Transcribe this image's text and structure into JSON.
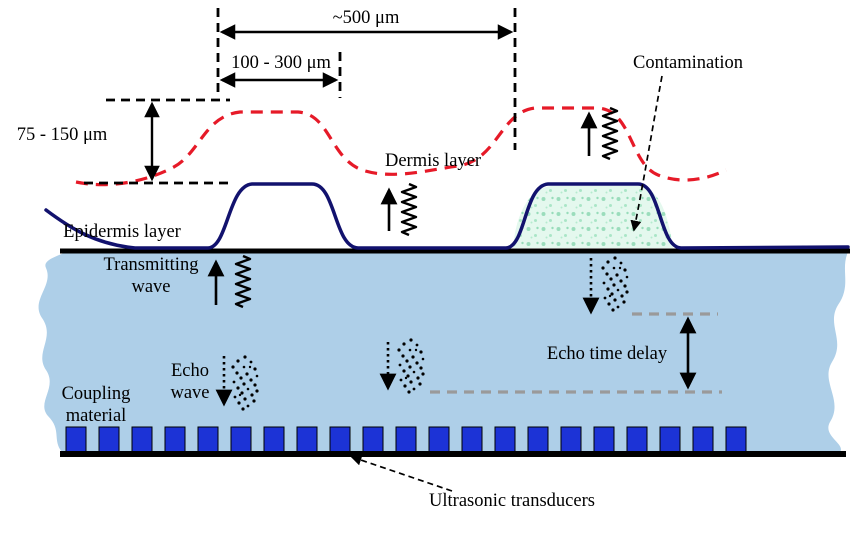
{
  "figure": {
    "dimensions": {
      "spacing": "~500 μm",
      "ridge_width": "100 - 300 μm",
      "ridge_height": "75 - 150 μm"
    },
    "labels": {
      "contamination": "Contamination",
      "dermis_layer": "Dermis layer",
      "epidermis_layer": "Epidermis layer",
      "transmitting_wave_line1": "Transmitting",
      "transmitting_wave_line2": "wave",
      "echo_wave_line1": "Echo",
      "echo_wave_line2": "wave",
      "coupling_material_line1": "Coupling",
      "coupling_material_line2": "material",
      "echo_time_delay": "Echo time delay",
      "ultrasonic_transducers": "Ultrasonic transducers"
    },
    "colors": {
      "dermis": "#e61a28",
      "epidermis": "#12126e",
      "coupling_material": "#aecfe8",
      "transducer": "#1c33d6",
      "contamination": "#e4f8ee",
      "delay_line": "#9a9a9a"
    }
  }
}
